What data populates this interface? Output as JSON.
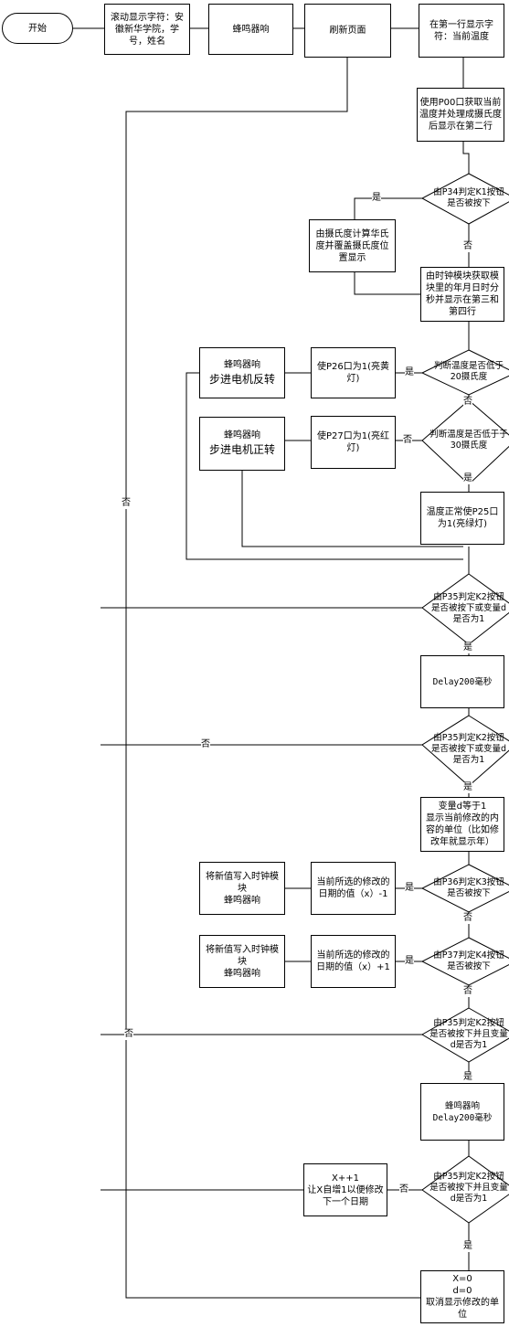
{
  "nodes": {
    "start": "开始",
    "scroll": "滚动显示字符：安徽新华学院，学号，姓名",
    "buzz1": "蜂鸣器响",
    "refresh": "刷新页面",
    "row1": "在第一行显示字符：当前温度",
    "p00": "使用P00口获取当前温度并处理成摄氏度后显示在第二行",
    "k1": "由P34判定K1按钮是否被按下",
    "fahr": "由摄氏度计算华氏度并覆盖摄氏度位置显示",
    "clock": "由时钟模块获取模块里的年月日时分秒并显示在第三和第四行",
    "low": "判断温度是否低于20摄氏度",
    "p26": "使P26口为1(亮黄灯)",
    "rev_a": "蜂鸣器响",
    "rev_b": "步进电机反转",
    "high": "判断温度是否低于于30摄氏度",
    "p27": "使P27口为1(亮红灯)",
    "fwd_a": "蜂鸣器响",
    "fwd_b": "步进电机正转",
    "p25": "温度正常使P25口为1(亮绿灯)",
    "k2a": "由P35判定K2按钮是否被按下或变量d是否为1",
    "delay1": "Delay200毫秒",
    "k2b": "由P35判定K2按钮是否被按下或变量d是否为1",
    "unit": "变量d等于1\n显示当前修改的内容的单位（比如修改年就显示年）",
    "k3": "由P36判定K3按钮是否被按下",
    "dec": "当前所选的修改的日期的值（x）-1",
    "write1": "将新值写入时钟模块\n蜂鸣器响",
    "k4": "由P37判定K4按钮是否被按下",
    "inc": "当前所选的修改的日期的值（x）+1",
    "write2": "将新值写入时钟模块\n蜂鸣器响",
    "k2c": "由P35判定K2按钮是否被按下并且变量d是否为1",
    "buzzdelay": "蜂鸣器响\nDelay200毫秒",
    "k2d": "由P35判定K2按钮是否被按下并且变量d是否为1",
    "xinc": "X++1\n让X自增1以便修改下一个日期",
    "reset": "X=0\nd=0\n取消显示修改的单位"
  },
  "labels": {
    "yes": "是",
    "no": "否"
  }
}
